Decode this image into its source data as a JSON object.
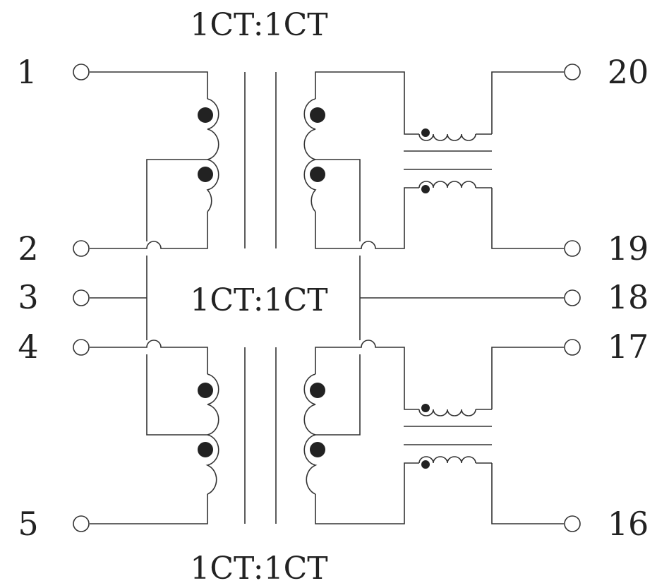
{
  "transformer_ratios": [
    "1CT:1CT",
    "1CT:1CT",
    "1CT:1CT"
  ],
  "pins_left": [
    "1",
    "2",
    "3",
    "4",
    "5"
  ],
  "pins_right": [
    "20",
    "19",
    "18",
    "17",
    "16"
  ],
  "colors": {
    "line": "#333333",
    "dot": "#222222",
    "background": "#ffffff"
  }
}
